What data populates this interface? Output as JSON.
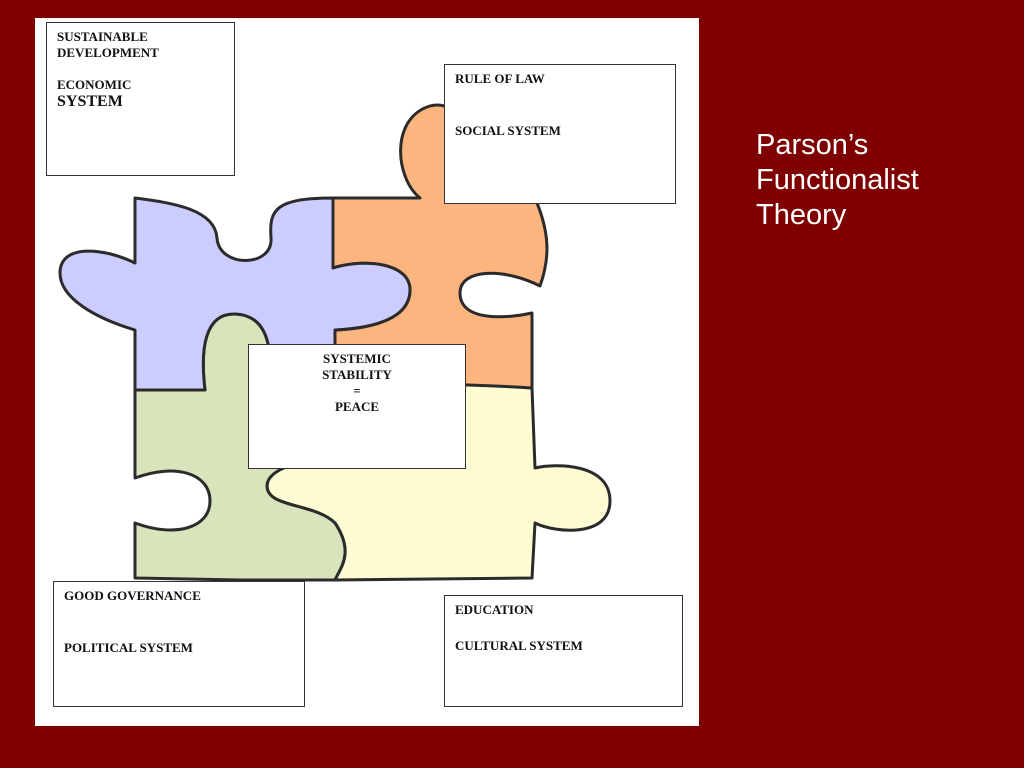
{
  "slide": {
    "title_lines": [
      "Parson’s",
      "Functionalist",
      "Theory"
    ],
    "background_color": "#7f0000"
  },
  "pieces": {
    "blue": {
      "color": "#ccccff"
    },
    "orange": {
      "color": "#fdb580"
    },
    "green": {
      "color": "#d8e4bc"
    },
    "yellow": {
      "color": "#fefcd3"
    }
  },
  "boxes": {
    "economic": {
      "line1": "SUSTAINABLE",
      "line2": "DEVELOPMENT",
      "line3": "ECONOMIC",
      "line4": "SYSTEM"
    },
    "social": {
      "line1": "RULE OF LAW",
      "line2": "SOCIAL SYSTEM"
    },
    "center": {
      "line1": "SYSTEMIC",
      "line2": "STABILITY",
      "line3": "=",
      "line4": "PEACE"
    },
    "political": {
      "line1": "GOOD GOVERNANCE",
      "line2": "POLITICAL SYSTEM"
    },
    "cultural": {
      "line1": "EDUCATION",
      "line2": "CULTURAL SYSTEM"
    }
  }
}
